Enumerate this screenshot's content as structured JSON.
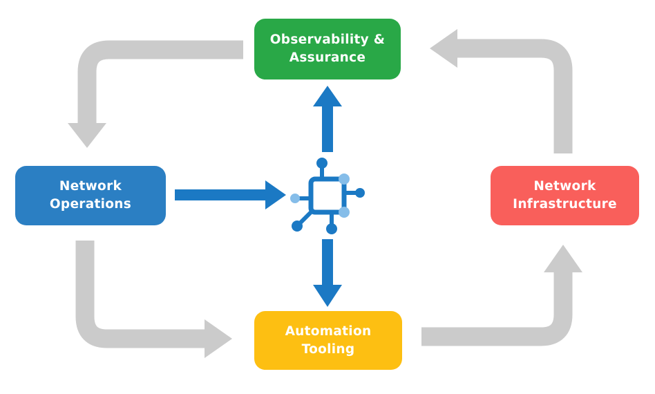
{
  "diagram": {
    "nodes": [
      {
        "id": "observability-assurance",
        "lines": [
          "Observability &",
          "Assurance"
        ],
        "color": "#29a847"
      },
      {
        "id": "network-operations",
        "lines": [
          "Network",
          "Operations"
        ],
        "color": "#2b7fc3"
      },
      {
        "id": "network-infrastructure",
        "lines": [
          "Network",
          "Infrastructure"
        ],
        "color": "#f95f5b"
      },
      {
        "id": "automation-tooling",
        "lines": [
          "Automation",
          "Tooling"
        ],
        "color": "#fdbf12"
      }
    ],
    "center_icon": {
      "name": "network-node-icon",
      "color_primary": "#1b79c4",
      "color_secondary": "#85bde9"
    },
    "arrows": [
      {
        "from": "observability-assurance",
        "to": "network-operations",
        "color": "#cbcbcb",
        "style": "elbow"
      },
      {
        "from": "network-operations",
        "to": "automation-tooling",
        "color": "#cbcbcb",
        "style": "elbow"
      },
      {
        "from": "automation-tooling",
        "to": "network-infrastructure",
        "color": "#cbcbcb",
        "style": "elbow"
      },
      {
        "from": "network-infrastructure",
        "to": "observability-assurance",
        "color": "#cbcbcb",
        "style": "elbow"
      },
      {
        "from": "network-operations",
        "to": "center-icon",
        "color": "#1b79c4",
        "style": "straight"
      },
      {
        "from": "center-icon",
        "to": "observability-assurance",
        "color": "#1b79c4",
        "style": "straight"
      },
      {
        "from": "center-icon",
        "to": "automation-tooling",
        "color": "#1b79c4",
        "style": "straight"
      }
    ]
  }
}
